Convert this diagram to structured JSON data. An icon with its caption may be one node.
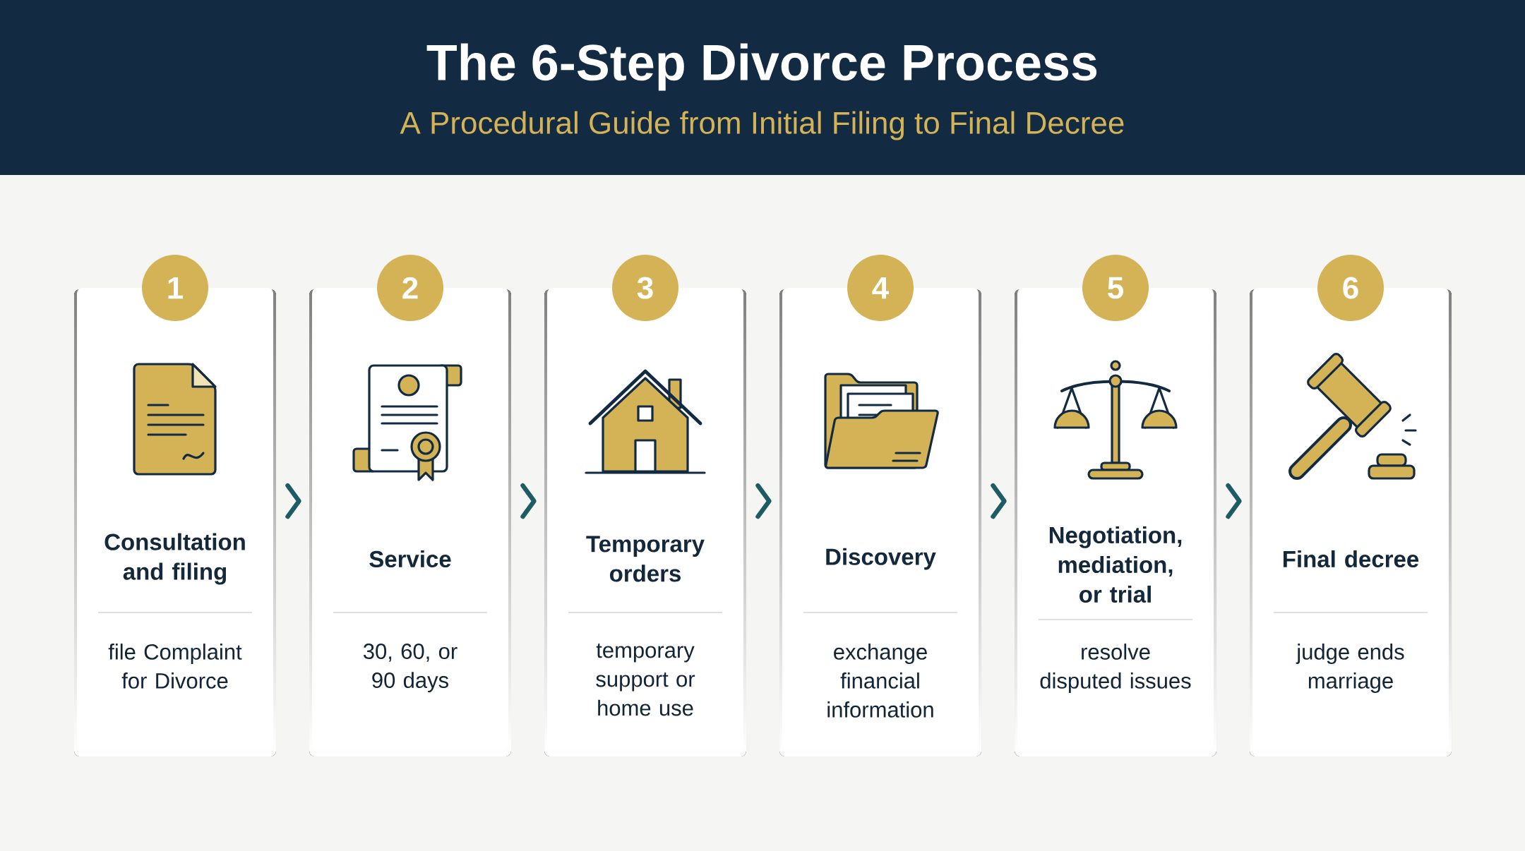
{
  "diagram": {
    "title": "The 6-Step Divorce Process",
    "nodes": [
      {
        "text": [
          "1",
          "Consultation and filing",
          "file Complaint for Divorce"
        ]
      },
      {
        "text": [
          "2",
          "Service",
          "30, 60, or 90 days"
        ]
      },
      {
        "text": [
          "3",
          "Temporary orders",
          "temporary support or home use"
        ]
      },
      {
        "text": [
          "4",
          "Discovery",
          "exchange financial information"
        ]
      },
      {
        "text": [
          "5",
          "Negotiation, mediation, or trial",
          "resolve disputed issues"
        ]
      },
      {
        "text": [
          "6",
          "Final decree",
          "judge ends marriage"
        ]
      }
    ],
    "edges": [
      {
        "from": 0,
        "to": 1,
        "arrow": "to"
      },
      {
        "from": 1,
        "to": 2,
        "arrow": "to"
      },
      {
        "from": 2,
        "to": 3,
        "arrow": "to"
      },
      {
        "from": 3,
        "to": 4,
        "arrow": "to"
      },
      {
        "from": 4,
        "to": 5,
        "arrow": "to"
      }
    ],
    "labels": [
      "A Procedural Guide from Initial Filing to Final Decree"
    ]
  }
}
